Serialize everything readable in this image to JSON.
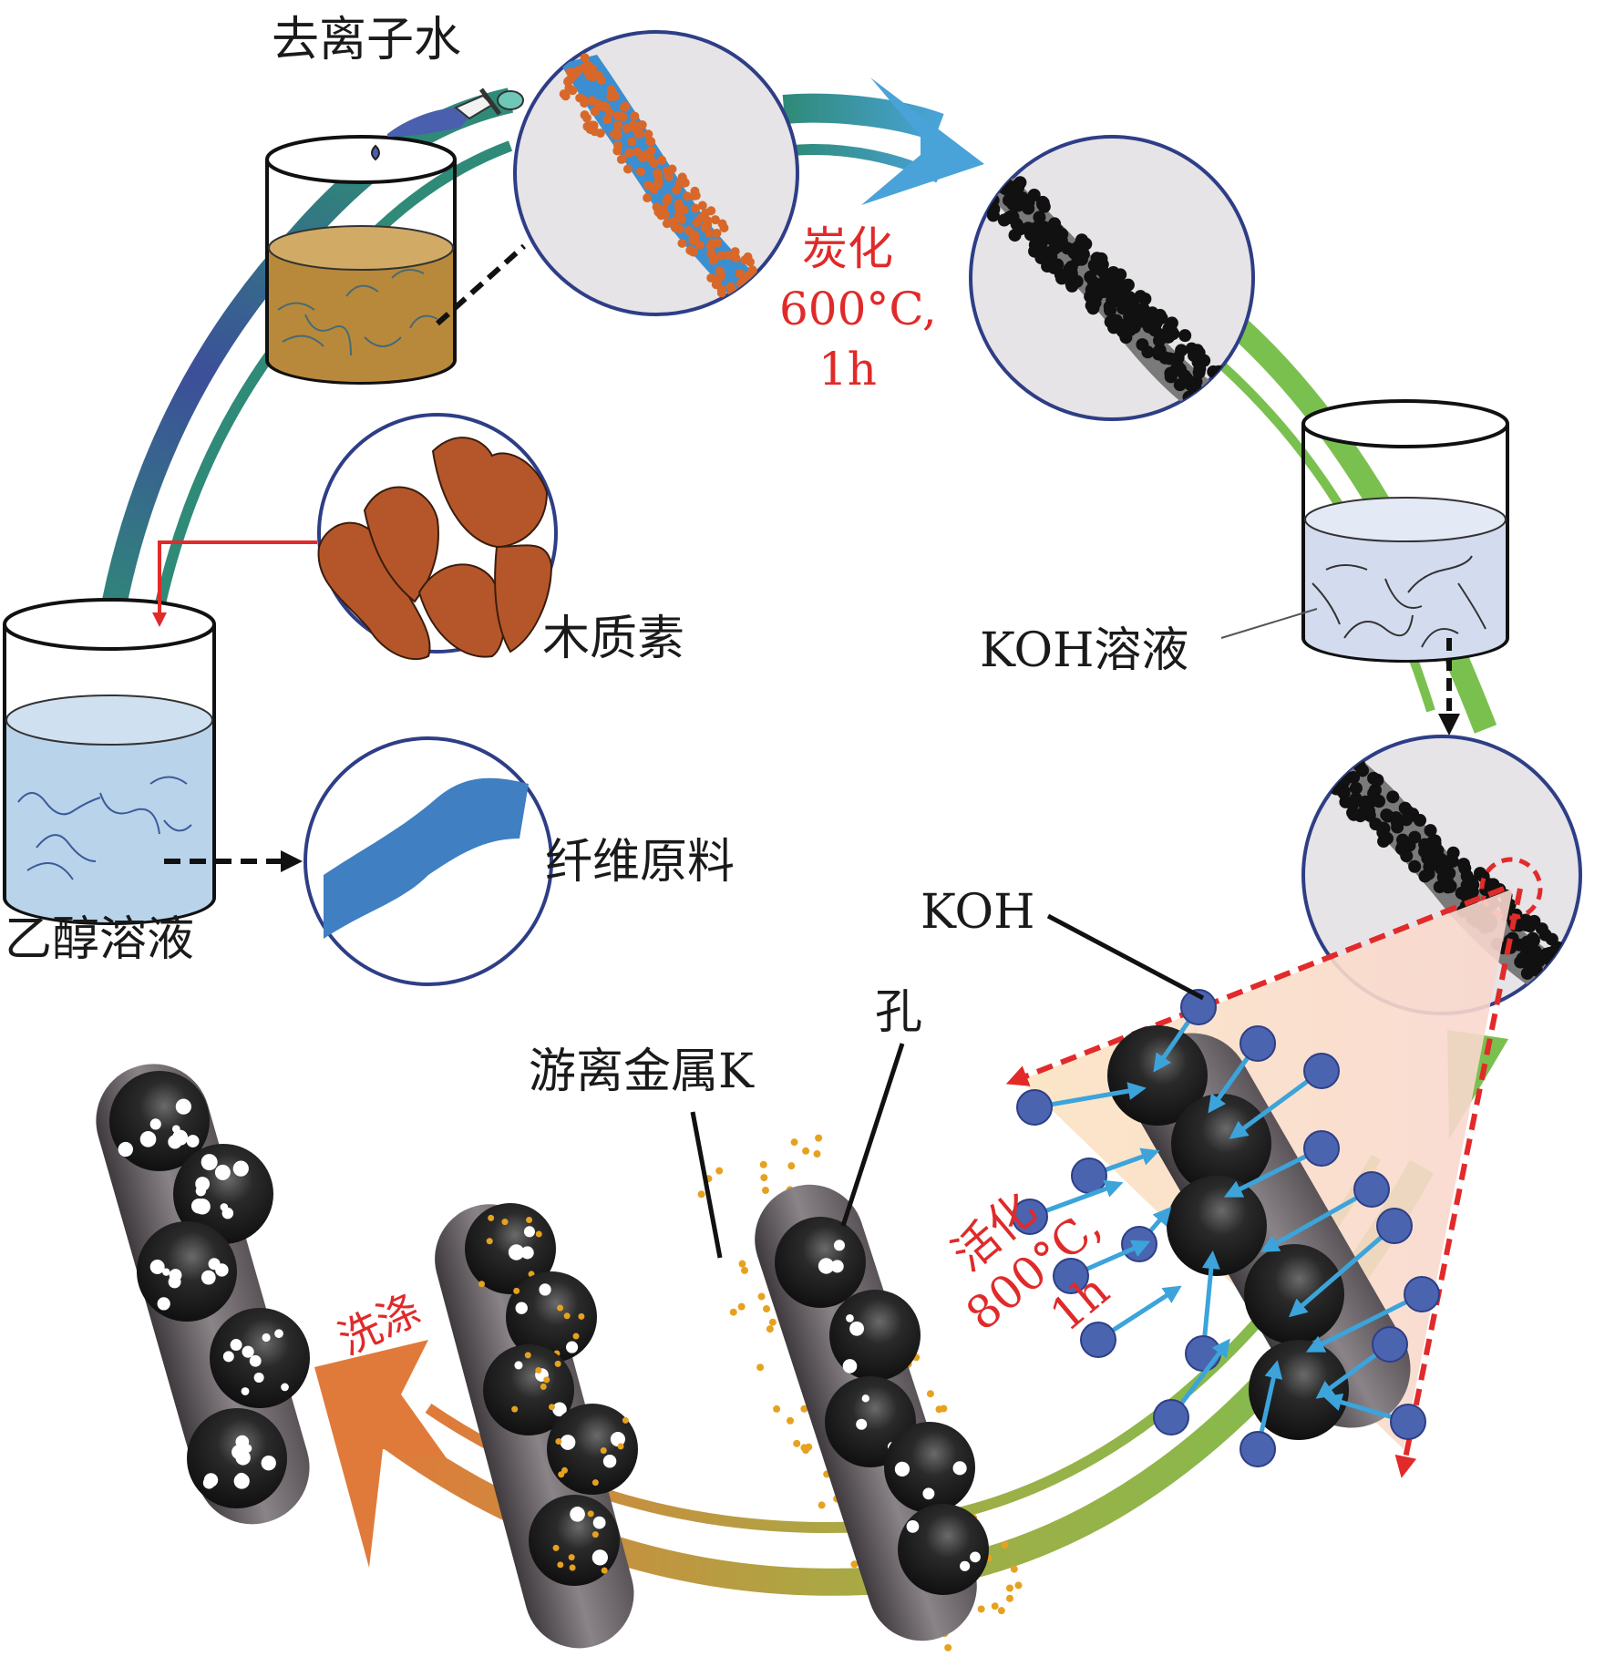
{
  "title": "Lignin/cellulose fiber to porous carbon preparation process",
  "labels": {
    "deionized_water": "去离子水",
    "carbonization": {
      "step": "炭化",
      "temperature": "600°C,",
      "duration": "1h"
    },
    "koh_solution": "KOH溶液",
    "lignin": "木质素",
    "fiber_raw": "纤维原料",
    "ethanol_solution": "乙醇溶液",
    "koh": "KOH",
    "pore": "孔",
    "free_metal_k": "游离金属K",
    "activation": {
      "step": "活化",
      "temperature": "800°C,",
      "duration": "1h"
    },
    "washing": "洗涤"
  },
  "stages": [
    {
      "id": "ethanol-beaker",
      "liquid": "ethanol",
      "color": "#b9d3ea"
    },
    {
      "id": "lignin-zoom",
      "color": "#b5562a"
    },
    {
      "id": "fiber-zoom",
      "color": "#3f7fc2"
    },
    {
      "id": "lignin-solution-beaker",
      "liquid": "lignin solution",
      "color": "#b8893a"
    },
    {
      "id": "composite-fiber-zoom"
    },
    {
      "id": "carbon-fiber-zoom"
    },
    {
      "id": "koh-beaker",
      "liquid": "KOH solution",
      "color": "#d3dcef"
    },
    {
      "id": "koh-fiber-zoom"
    },
    {
      "id": "activation-detail"
    },
    {
      "id": "activated-fiber"
    },
    {
      "id": "k-fiber"
    },
    {
      "id": "washed-porous-carbon"
    }
  ],
  "colors": {
    "arc_start": "#3c4f9a",
    "arc_teal": "#2f8a78",
    "arc_blue": "#49a3d8",
    "arc_green": "#7ac04f",
    "arc_olive": "#a9a944",
    "arc_orange": "#e07a3a",
    "zoom_border": "#2e3e86",
    "zoom_fill": "#e6e4e6",
    "koh_ball": "#4a64b0",
    "koh_arrow": "#3ca4db",
    "k_dot": "#e6a21f",
    "dashed_red": "#e22a2a",
    "text_red": "#e02a2a"
  }
}
